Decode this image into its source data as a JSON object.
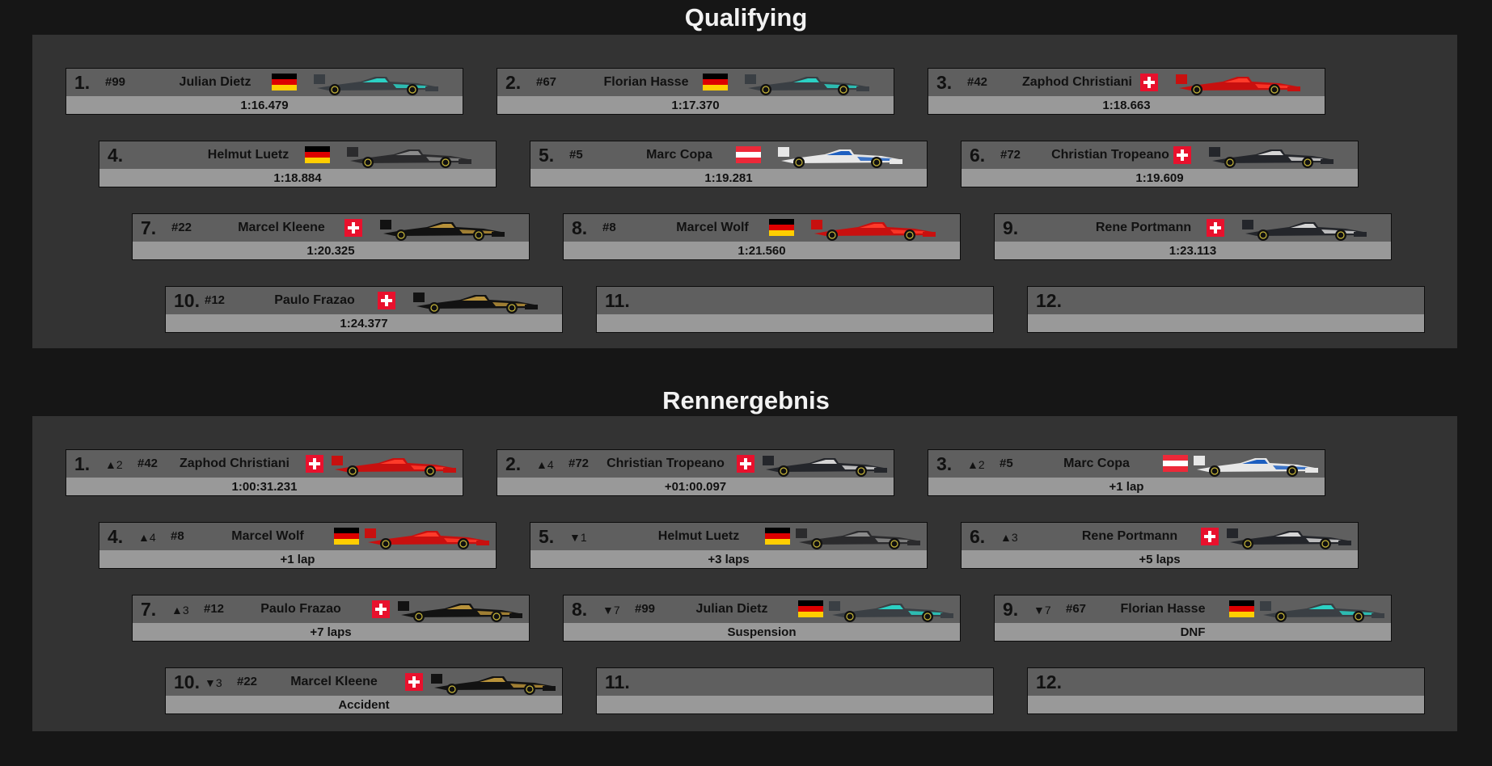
{
  "qualifying": {
    "title": "Qualifying",
    "entries": [
      {
        "position": "1.",
        "number": "#99",
        "name": "Julian Dietz",
        "flag": "de",
        "car": "mercedes",
        "result": "1:16.479"
      },
      {
        "position": "2.",
        "number": "#67",
        "name": "Florian Hasse",
        "flag": "de",
        "car": "mercedes",
        "result": "1:17.370"
      },
      {
        "position": "3.",
        "number": "#42",
        "name": "Zaphod Christiani",
        "flag": "ch",
        "car": "ferrari",
        "result": "1:18.663"
      },
      {
        "position": "4.",
        "number": "",
        "name": "Helmut Luetz",
        "flag": "de",
        "car": "mclaren",
        "result": "1:18.884"
      },
      {
        "position": "5.",
        "number": "#5",
        "name": "Marc Copa",
        "flag": "at",
        "car": "williams",
        "result": "1:19.281"
      },
      {
        "position": "6.",
        "number": "#72",
        "name": "Christian Tropeano",
        "flag": "ch",
        "car": "sauber",
        "result": "1:19.609"
      },
      {
        "position": "7.",
        "number": "#22",
        "name": "Marcel Kleene",
        "flag": "ch",
        "car": "lotus",
        "result": "1:20.325"
      },
      {
        "position": "8.",
        "number": "#8",
        "name": "Marcel Wolf",
        "flag": "de",
        "car": "ferrari",
        "result": "1:21.560"
      },
      {
        "position": "9.",
        "number": "",
        "name": "Rene Portmann",
        "flag": "ch",
        "car": "sauber",
        "result": "1:23.113"
      },
      {
        "position": "10.",
        "number": "#12",
        "name": "Paulo Frazao",
        "flag": "ch",
        "car": "lotus",
        "result": "1:24.377"
      },
      {
        "position": "11.",
        "number": "",
        "name": "",
        "flag": "",
        "car": "",
        "result": ""
      },
      {
        "position": "12.",
        "number": "",
        "name": "",
        "flag": "",
        "car": "",
        "result": ""
      }
    ]
  },
  "race": {
    "title": "Rennergebnis",
    "entries": [
      {
        "position": "1.",
        "delta": "▲2",
        "number": "#42",
        "name": "Zaphod Christiani",
        "flag": "ch",
        "car": "ferrari",
        "result": "1:00:31.231"
      },
      {
        "position": "2.",
        "delta": "▲4",
        "number": "#72",
        "name": "Christian Tropeano",
        "flag": "ch",
        "car": "sauber",
        "result": "+01:00.097"
      },
      {
        "position": "3.",
        "delta": "▲2",
        "number": "#5",
        "name": "Marc Copa",
        "flag": "at",
        "car": "williams",
        "result": "+1 lap"
      },
      {
        "position": "4.",
        "delta": "▲4",
        "number": "#8",
        "name": "Marcel Wolf",
        "flag": "de",
        "car": "ferrari",
        "result": "+1 lap"
      },
      {
        "position": "5.",
        "delta": "▼1",
        "number": "",
        "name": "Helmut Luetz",
        "flag": "de",
        "car": "mclaren",
        "result": "+3 laps"
      },
      {
        "position": "6.",
        "delta": "▲3",
        "number": "",
        "name": "Rene Portmann",
        "flag": "ch",
        "car": "sauber",
        "result": "+5 laps"
      },
      {
        "position": "7.",
        "delta": "▲3",
        "number": "#12",
        "name": "Paulo Frazao",
        "flag": "ch",
        "car": "lotus",
        "result": "+7 laps"
      },
      {
        "position": "8.",
        "delta": "▼7",
        "number": "#99",
        "name": "Julian Dietz",
        "flag": "de",
        "car": "mercedes",
        "result": "Suspension"
      },
      {
        "position": "9.",
        "delta": "▼7",
        "number": "#67",
        "name": "Florian Hasse",
        "flag": "de",
        "car": "mercedes",
        "result": "DNF"
      },
      {
        "position": "10.",
        "delta": "▼3",
        "number": "#22",
        "name": "Marcel Kleene",
        "flag": "ch",
        "car": "lotus",
        "result": "Accident"
      },
      {
        "position": "11.",
        "delta": "",
        "number": "",
        "name": "",
        "flag": "",
        "car": "",
        "result": ""
      },
      {
        "position": "12.",
        "delta": "",
        "number": "",
        "name": "",
        "flag": "",
        "car": "",
        "result": ""
      }
    ]
  },
  "car_colors": {
    "mercedes": {
      "body": "#3a3f44",
      "accent": "#2bd1c4"
    },
    "ferrari": {
      "body": "#c8100f",
      "accent": "#ff3b2a"
    },
    "mclaren": {
      "body": "#2b2b2d",
      "accent": "#8b8b8b"
    },
    "williams": {
      "body": "#e7e7e7",
      "accent": "#1e5fc0"
    },
    "sauber": {
      "body": "#24262b",
      "accent": "#d5d5d5"
    },
    "lotus": {
      "body": "#121212",
      "accent": "#b8923a"
    }
  }
}
